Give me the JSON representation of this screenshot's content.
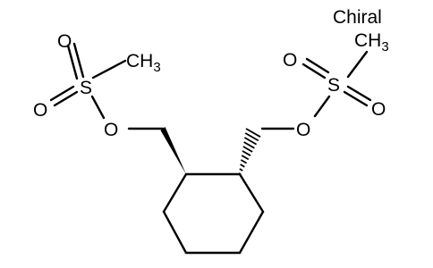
{
  "molecule": {
    "chiral_flag": "Chiral",
    "atoms": {
      "s_left": "S",
      "o_left_top": "O",
      "o_left_bottom": "O",
      "o_left_ester": "O",
      "ch3_left_c": "CH",
      "ch3_left_sub": "3",
      "s_right": "S",
      "o_right_top": "O",
      "o_right_bottom": "O",
      "o_right_ester": "O",
      "ch3_right_c": "CH",
      "ch3_right_sub": "3"
    },
    "colors": {
      "bond": "#000000",
      "label": "#000000",
      "background": "#ffffff"
    }
  }
}
